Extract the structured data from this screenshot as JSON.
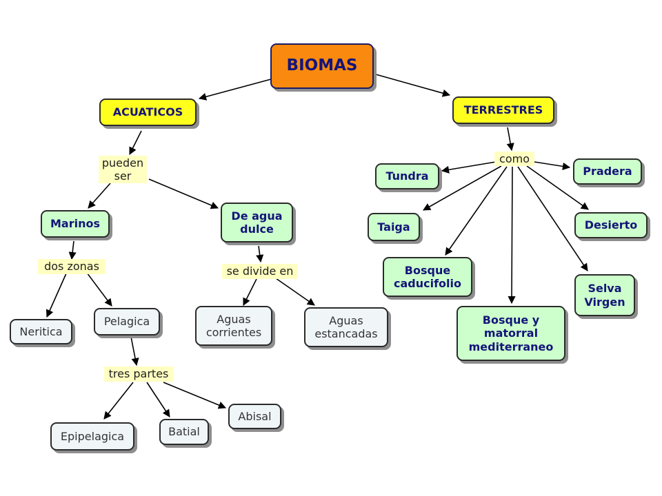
{
  "colors": {
    "root_fill": "#f98a0f",
    "category_fill": "#ffff1e",
    "concept_fill": "#ccffcc",
    "leaf_fill": "#f0f5f8",
    "link_label_fill": "#ffffc2",
    "text_blue": "#14147a",
    "arrow": "#000000"
  },
  "concepts": {
    "biomas": "BIOMAS",
    "acuaticos": "ACUATICOS",
    "terrestres": "TERRESTRES",
    "marinos": "Marinos",
    "agua_dulce": "De agua\ndulce",
    "neritica": "Neritica",
    "pelagica": "Pelagica",
    "aguas_corrientes": "Aguas\ncorrientes",
    "aguas_estancadas": "Aguas\nestancadas",
    "epipelagica": "Epipelagica",
    "batial": "Batial",
    "abisal": "Abisal",
    "tundra": "Tundra",
    "pradera": "Pradera",
    "taiga": "Taiga",
    "desierto": "Desierto",
    "bosque_caducifolio": "Bosque\ncaducifolio",
    "selva_virgen": "Selva\nVirgen",
    "bosque_matorral": "Bosque y\nmatorral\nmediterraneo"
  },
  "link_labels": {
    "pueden_ser": "pueden\nser",
    "dos_zonas": "dos zonas",
    "se_divide_en": "se divide en",
    "tres_partes": "tres partes",
    "como": "como"
  }
}
